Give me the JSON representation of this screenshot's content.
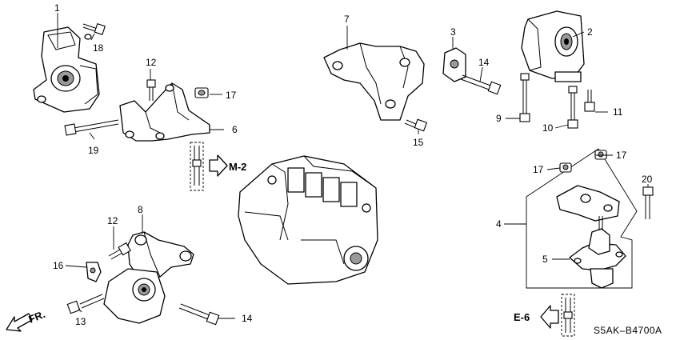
{
  "callouts": {
    "c1": "1",
    "c2": "2",
    "c3": "3",
    "c4": "4",
    "c5": "5",
    "c6": "6",
    "c7": "7",
    "c8": "8",
    "c9": "9",
    "c10": "10",
    "c11": "11",
    "c12a": "12",
    "c12b": "12",
    "c13": "13",
    "c14a": "14",
    "c14b": "14",
    "c15": "15",
    "c16": "16",
    "c17a": "17",
    "c17b": "17",
    "c17c": "17",
    "c18": "18",
    "c19": "19",
    "c20": "20"
  },
  "references": {
    "m2": "M-2",
    "e6": "E-6",
    "front": "FR."
  },
  "diagram_code": "S5AK–B4700A"
}
